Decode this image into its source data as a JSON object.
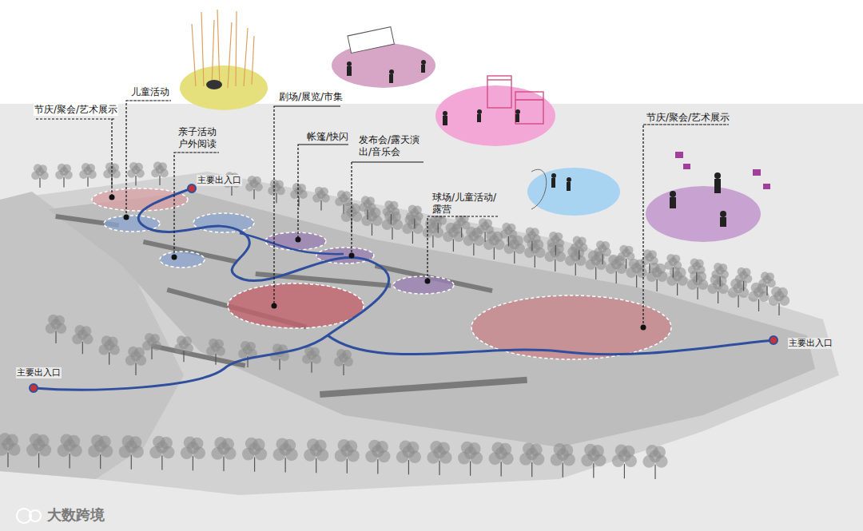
{
  "diagram": {
    "labels": [
      "节庆/聚会/艺术展示",
      "儿童活动",
      "亲子活动 户外阅读",
      "剧场/展览/市集",
      "节庆/聚会/艺术展示",
      "帐篷/快闪",
      "发布会/露天演出/音乐会",
      "主要出入口",
      "球场/儿童活动/露营",
      "主要出入口",
      "主要出入口",
      "大数跨境"
    ]
  }
}
